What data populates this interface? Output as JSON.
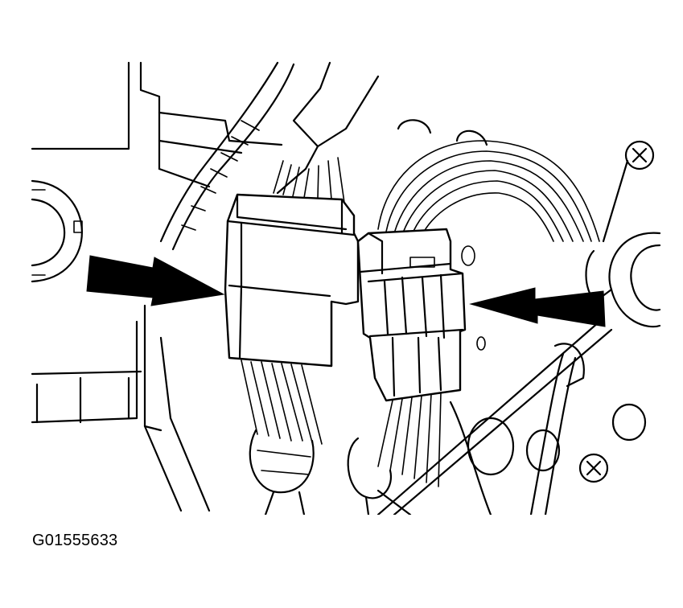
{
  "figure": {
    "id_label": "G01555633",
    "colors": {
      "ink": "#000000",
      "paper": "#ffffff"
    }
  },
  "callouts": [
    {
      "name": "arrow-left",
      "direction": "right"
    },
    {
      "name": "arrow-right",
      "direction": "left"
    }
  ]
}
